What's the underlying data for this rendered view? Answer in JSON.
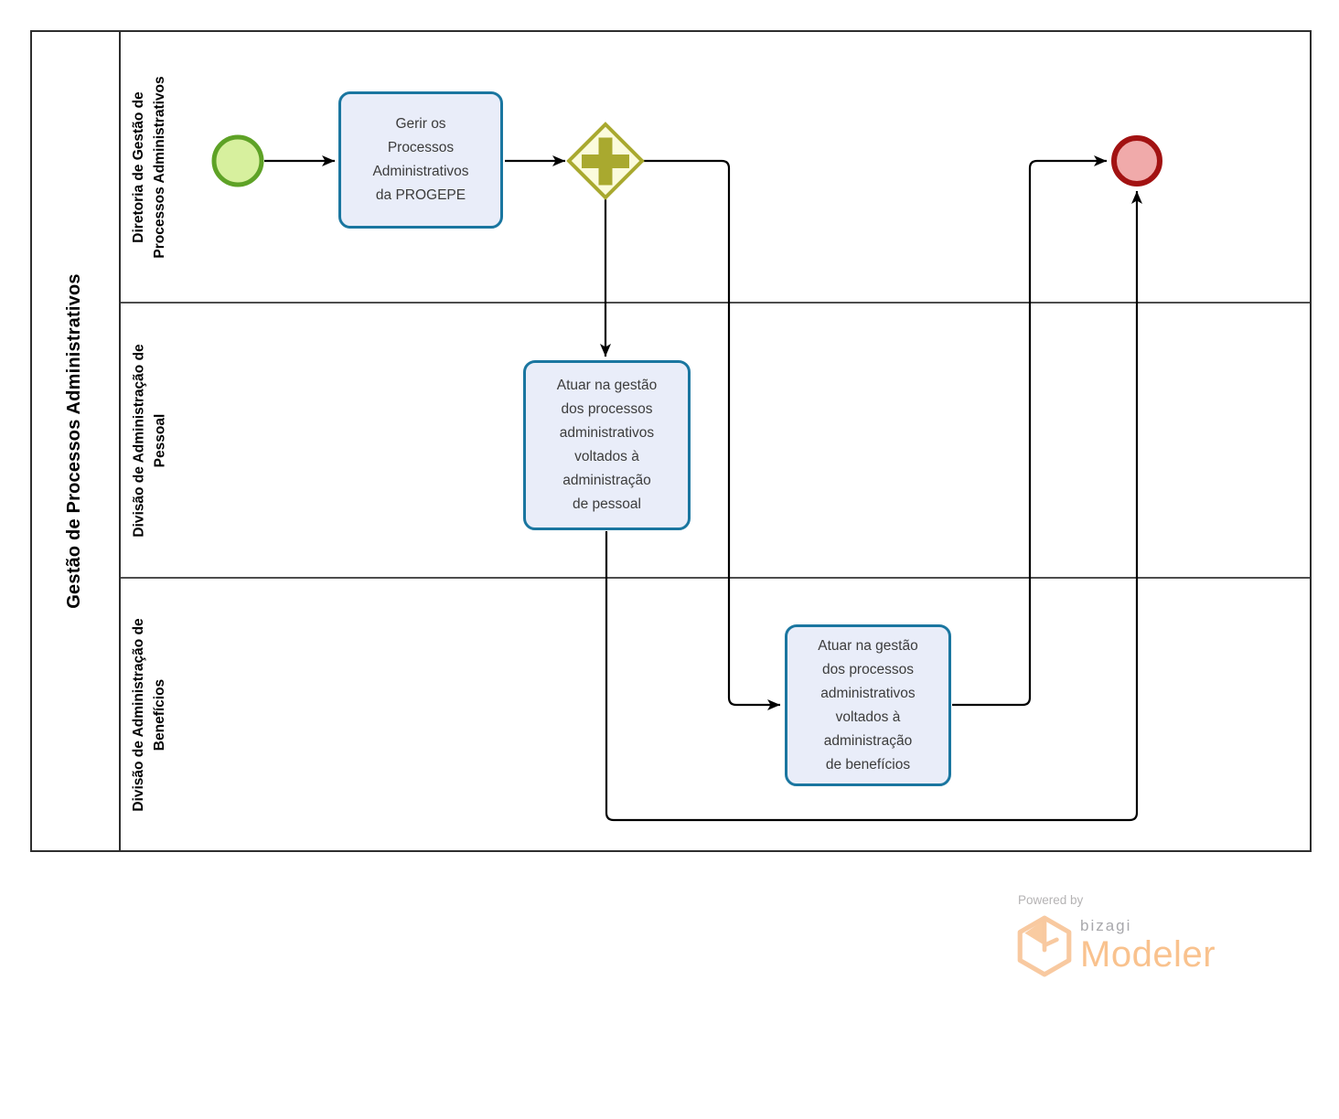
{
  "diagram": {
    "pool": {
      "title": "Gestão de Processos Administrativos",
      "lanes": [
        {
          "label": "Diretoria de Gestão de\nProcessos Administrativos"
        },
        {
          "label": "Divisão de Administração de\nPessoal"
        },
        {
          "label": "Divisão de Administração de\nBenefícios"
        }
      ]
    },
    "nodes": {
      "start_event": {
        "type": "start-event"
      },
      "task_gerir": {
        "label": "Gerir os\nProcessos\nAdministrativos\nda PROGEPE"
      },
      "gateway_parallel": {
        "type": "parallel-gateway"
      },
      "task_pessoal": {
        "label": "Atuar na gestão\ndos processos\nadministrativos\nvoltados à\nadministração\nde pessoal"
      },
      "task_beneficios": {
        "label": "Atuar na gestão\ndos processos\nadministrativos\nvoltados à\nadministração\nde benefícios"
      },
      "end_event": {
        "type": "end-event"
      }
    },
    "colors": {
      "task_border": "#1A76A0",
      "task_fill": "#E9EDF9",
      "start_border": "#5EA226",
      "start_fill": "#D7F09E",
      "end_border": "#A21212",
      "end_fill": "#F0AAAA",
      "gateway_border": "#A9A92F",
      "gateway_fill": "#FBFBDC",
      "connector": "#000000"
    }
  },
  "branding": {
    "powered_by": "Powered by",
    "brand": "bizagi",
    "product": "Modeler",
    "brand_orange": "#F9C28E",
    "brand_gray": "#A8A8AC"
  }
}
